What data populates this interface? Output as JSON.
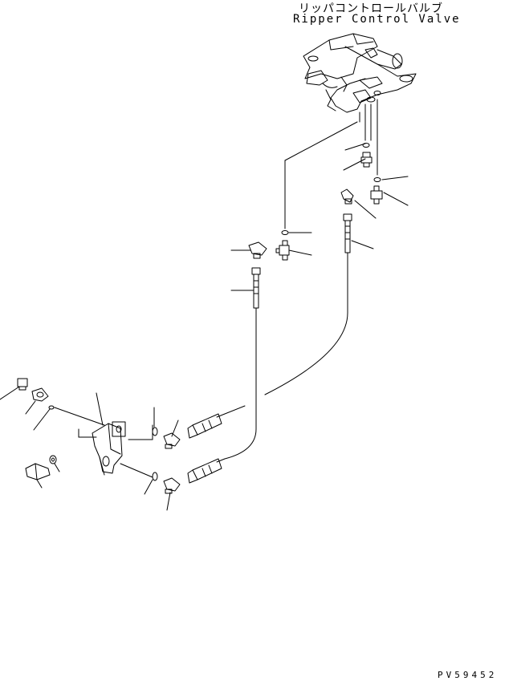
{
  "title": {
    "japanese": "リッパコントロールバルブ",
    "english": "Ripper Control Valve"
  },
  "drawing_code": "PV59452"
}
